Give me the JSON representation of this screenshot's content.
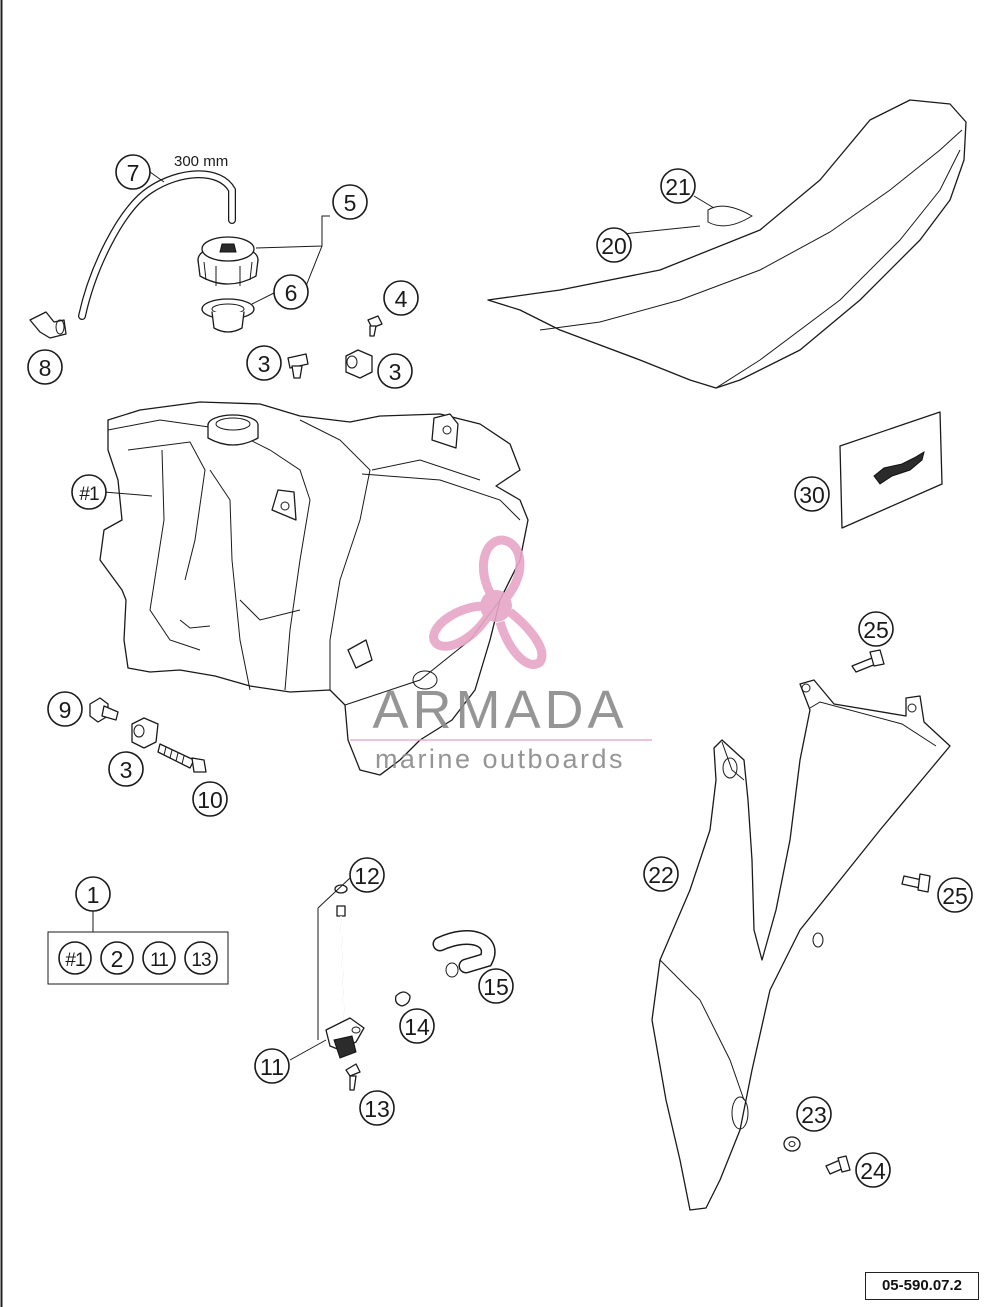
{
  "diagram": {
    "reference_code": "05-590.07.2",
    "hose_length_label": "300 mm",
    "kit_box_items": [
      "#1",
      "2",
      "11",
      "13"
    ],
    "callouts": [
      {
        "id": "c1",
        "label": "1"
      },
      {
        "id": "c2",
        "label": "2"
      },
      {
        "id": "c3a",
        "label": "3"
      },
      {
        "id": "c3b",
        "label": "3"
      },
      {
        "id": "c4",
        "label": "4"
      },
      {
        "id": "c5",
        "label": "5"
      },
      {
        "id": "c6",
        "label": "6"
      },
      {
        "id": "c7",
        "label": "7"
      },
      {
        "id": "c8",
        "label": "8"
      },
      {
        "id": "c9",
        "label": "9"
      },
      {
        "id": "c10",
        "label": "10"
      },
      {
        "id": "c11",
        "label": "11"
      },
      {
        "id": "c12",
        "label": "12"
      },
      {
        "id": "c13",
        "label": "13"
      },
      {
        "id": "c14",
        "label": "14"
      },
      {
        "id": "c15",
        "label": "15"
      },
      {
        "id": "c20",
        "label": "20"
      },
      {
        "id": "c21",
        "label": "21"
      },
      {
        "id": "c22",
        "label": "22"
      },
      {
        "id": "c23",
        "label": "23"
      },
      {
        "id": "c24",
        "label": "24"
      },
      {
        "id": "c25a",
        "label": "25"
      },
      {
        "id": "c25b",
        "label": "25"
      },
      {
        "id": "c30",
        "label": "30"
      },
      {
        "id": "cT",
        "label": "#1"
      }
    ]
  },
  "watermark": {
    "brand": "ARMADA",
    "tagline": "marine outboards",
    "color": "#e7a6c6"
  }
}
